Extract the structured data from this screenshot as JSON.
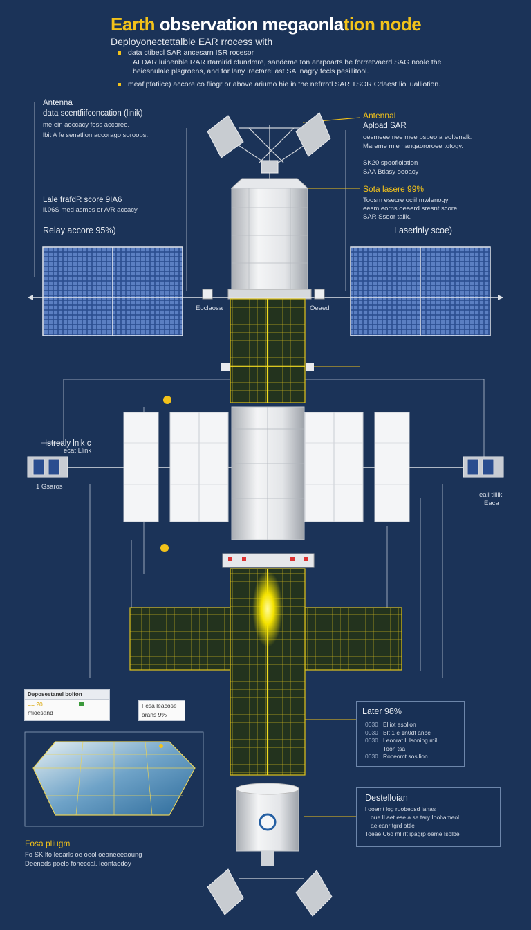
{
  "header": {
    "title_part1": "Earth",
    "title_part2": "observation",
    "title_part3": "megaonla",
    "title_part4": "tion node",
    "subtitle": "Deployonectettalble EAR rrocess with"
  },
  "intro": {
    "bullets": [
      "data ctibecl SAR ancesarn ISR rocesor",
      "meafipfatiice) accore co fliogr or above ariumo hie in the nefrrotl SAR TSOR Cdaest lio lualliotion."
    ],
    "paragraph": "AI DAR luinenble RAR rtamirid cfunrlmre, sandeme ton anrpoarts he forrretvaerd SAG noole the beiesnulale plsgroens, and for lany lrectarel ast SAl nagry fecls pesillitool."
  },
  "labels": {
    "antenna_title": "Antenna",
    "antenna_line1": "data scentfiifconcation (linik)",
    "antenna_line2": "me ein aoccacy foss accoree.",
    "antenna_line3": "lbit A fe senatlion accorago soroobs.",
    "late_title": "Lale frafdR score 9IA6",
    "late_line1": "ll.06S med asmes or A/R accacy",
    "relay": "Relay accore 95%)",
    "antennal_title": "Antennal",
    "upload_sar": "Apload SAR",
    "upload_line1": "oesmeee nee mee bsbeo a eoltenalk.",
    "upload_line2": "Mareme mie nangaororoee totogy.",
    "spec_line1": "SK20 spoofiolation",
    "spec_line2": "SAA Btlasy oeoacy",
    "sota": "Sota lasere 99%",
    "sota_line1": "Toosm esecre ociil mwlenogy",
    "sota_line2": "eesm eorns oeaerd sresnt score",
    "sota_line3": "SAR Ssoor tailk.",
    "laser_link": "Laserlnly scoe)",
    "left_mini": "Eoclaosa",
    "right_mini": "Oeaed",
    "strealy_line1": "Istrealy lnlk c",
    "strealy_line2": "ecat Llink",
    "gears": "1 Gsaros",
    "right_side_line1": "eall tlillk",
    "right_side_line2": "Eaca",
    "legend_title": "Deposeetanel bolfon",
    "legend_row1": "==  20",
    "legend_row2": "mioesand",
    "small_card_line1": "Fesa leacose",
    "small_card_line2": "arans 9%",
    "later_title": "Later 98%",
    "later_rows": [
      "Elliot esollon",
      "Blt 1 e 1n0dt anbe",
      "Leonrat L lsoning mil.",
      "Toon tsa",
      "Roceomt sosllion"
    ],
    "later_codes": [
      "0030",
      "0030",
      "0030",
      "",
      "0030"
    ],
    "dest_title": "Destelloian",
    "dest_line1": "l ooemt log ruobeosd lanas",
    "dest_line2": "oue Il aet ese a se tary Ioobameol",
    "dest_line3": "aeleanr tgrd ottle",
    "dest_line4": "Toeae C6d ml rlt ipagrp oeme Isolbe",
    "fosa_title": "Fosa pliugm",
    "fosa_line1": "Fo SK  lto leoarls oe oeol oeaneeeaoung",
    "fosa_line2": "Deeneds poelo  foneccal.  leontaedoy"
  },
  "colors": {
    "background": "#1b3358",
    "accent_yellow": "#f2c21a",
    "panel_blue": "#2a4d8f",
    "module_white": "#e7e9ec"
  }
}
